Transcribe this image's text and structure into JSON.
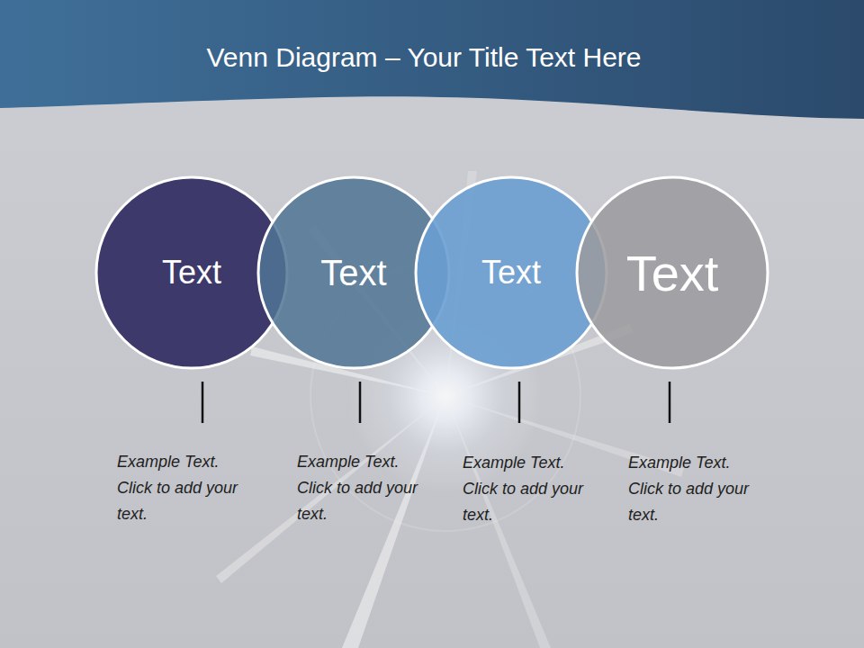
{
  "diagram": {
    "title": "Venn Diagram – Your Title Text Here",
    "nodes": [
      {
        "text": [
          "Text"
        ]
      },
      {
        "text": [
          "Text"
        ]
      },
      {
        "text": [
          "Text"
        ]
      },
      {
        "text": [
          "Text"
        ]
      }
    ],
    "labels": [
      "Example Text. Click to add your text.",
      "Example Text. Click to add your text.",
      "Example Text. Click to add your text.",
      "Example Text. Click to add your text."
    ]
  }
}
